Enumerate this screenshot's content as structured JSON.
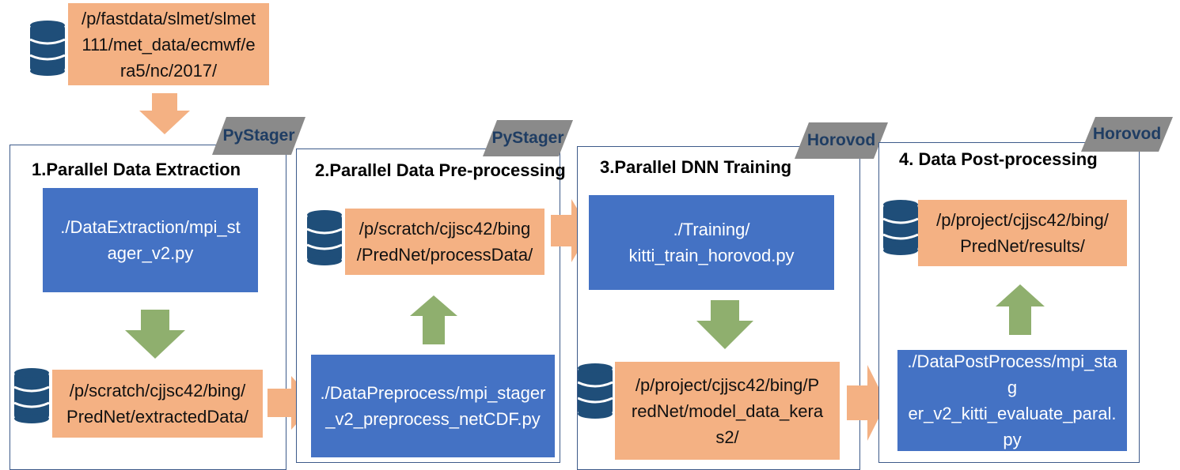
{
  "source": {
    "path": "/p/fastdata/slmet/slmet\n111/met_data/ecmwf/e\nra5/nc/2017/"
  },
  "stages": [
    {
      "tool": "PyStager",
      "title": "1.Parallel Data Extraction",
      "script": "./DataExtraction/mpi_st\nager_v2.py",
      "data": "/p/scratch/cjjsc42/bing/\nPredNet/extractedData/"
    },
    {
      "tool": "PyStager",
      "title": "2.Parallel Data Pre-processing",
      "data": "/p/scratch/cjjsc42/bing\n/PredNet/processData/",
      "script": "./DataPreprocess/mpi_stager\n_v2_preprocess_netCDF.py"
    },
    {
      "tool": "Horovod",
      "title": "3.Parallel DNN Training",
      "script": "./Training/\nkitti_train_horovod.py",
      "data": "/p/project/cjjsc42/bing/P\nredNet/model_data_kera\ns2/"
    },
    {
      "tool": "Horovod",
      "title": "4. Data Post-processing",
      "data": "/p/project/cjjsc42/bing/\nPredNet/results/",
      "script": "./DataPostProcess/mpi_stag\ner_v2_kitti_evaluate_paral.\npy"
    }
  ],
  "colors": {
    "orange": "#f4b183",
    "blue": "#4472c4",
    "green_arrow": "#8faf6e",
    "orange_arrow": "#f4b183",
    "db_icon": "#1f4e79",
    "tag_bg": "#8a8a8a",
    "tag_text": "#1f3d63"
  }
}
